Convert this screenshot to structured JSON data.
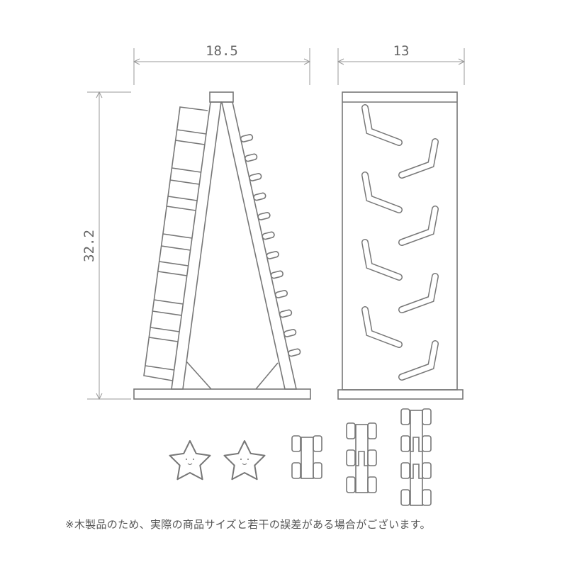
{
  "dimensions": {
    "width_front": "18.5",
    "width_side": "13",
    "height": "32.2"
  },
  "parts": {
    "stars": 2,
    "cars": [
      {
        "segments": 1
      },
      {
        "segments": 2
      },
      {
        "segments": 3
      }
    ]
  },
  "note": "※木製品のため、実際の商品サイズと若干の誤差がある場合がございます。",
  "colors": {
    "line": "#777777",
    "text": "#555555"
  }
}
